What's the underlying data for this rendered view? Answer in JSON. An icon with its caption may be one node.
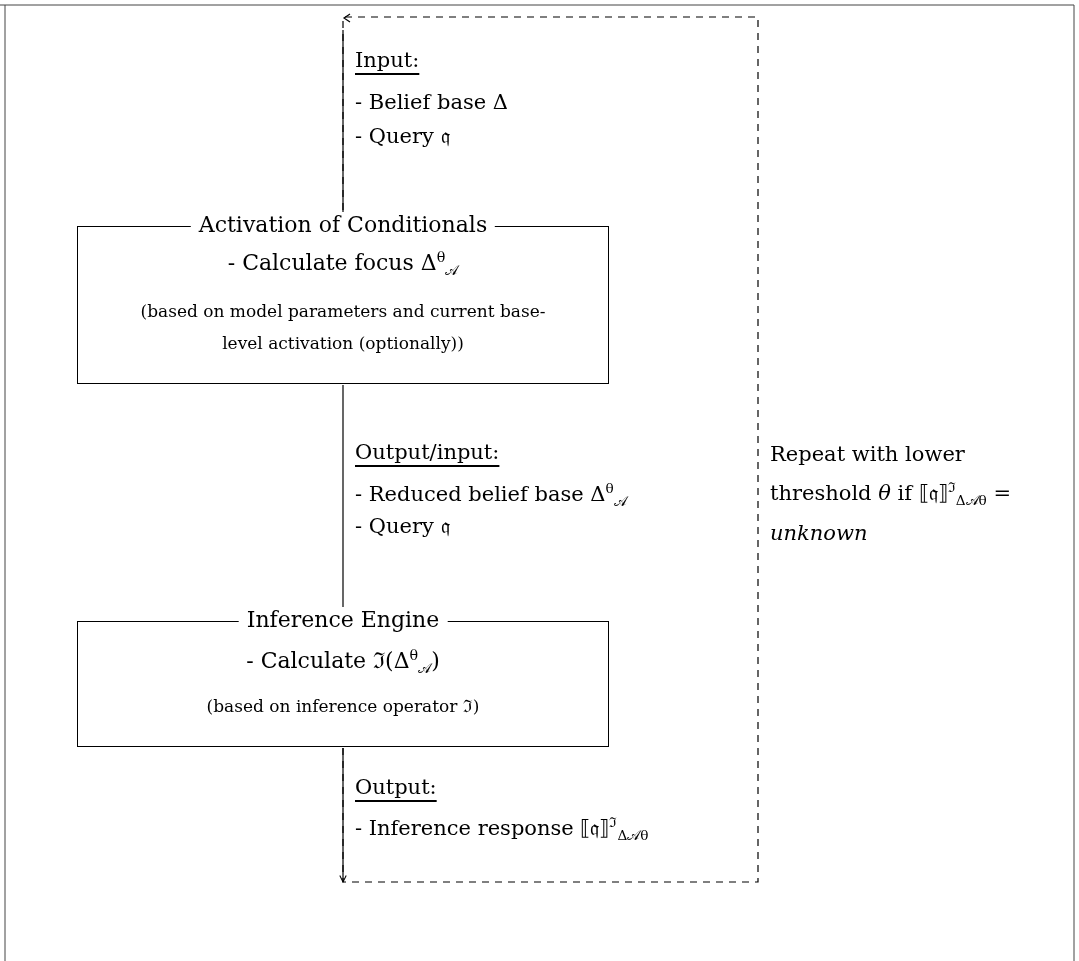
{
  "diagram": {
    "nodes": [
      {
        "text": [
          "Activation of Conditionals",
          "- Calculate focus Δ$^{θ}$$_{𝒜}$",
          "(based on model parameters and current base-level activation (optionally))"
        ]
      },
      {
        "text": [
          "Inference Engine",
          "- Calculate ℑ(Δ$^{θ}$$_{𝒜}$)",
          "(based on inference operator ℑ)"
        ]
      }
    ],
    "edges": [
      {
        "from": null,
        "to": 0,
        "arrow": "to"
      },
      {
        "from": 0,
        "to": 1,
        "arrow": "to"
      },
      {
        "from": 1,
        "to": null,
        "arrow": "to"
      },
      {
        "from": 1,
        "to": 0,
        "arrow": "to",
        "style": "dashed",
        "label": "Repeat with lower threshold *θ* if ⟦𝔮⟧$^{ℑ}$$_{Δ𝒜θ}$ = *unknown*"
      }
    ],
    "labels": [
      "Input:",
      "- Belief base Δ",
      "- Query 𝔮",
      "Output/input:",
      "- Reduced belief base Δ$^{θ}$$_{𝒜}$",
      "- Query 𝔮",
      "Output:",
      "- Inference response ⟦𝔮⟧$^{ℑ}$$_{Δ𝒜θ}$"
    ]
  }
}
